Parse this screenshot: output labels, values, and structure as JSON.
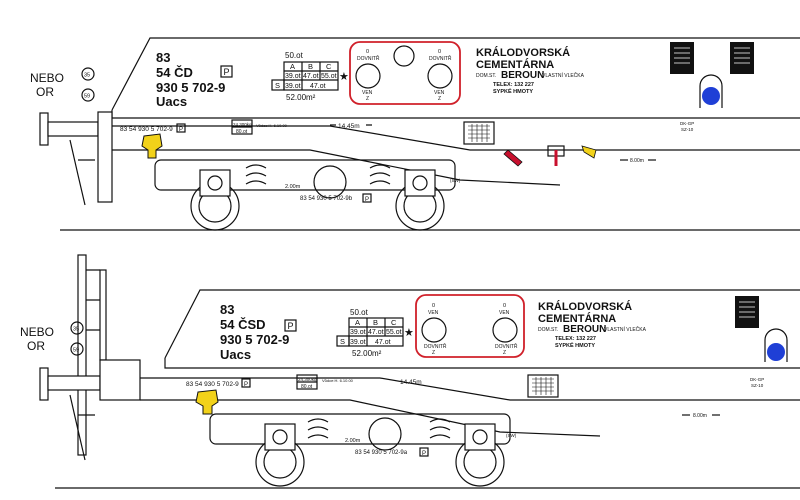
{
  "labels": {
    "nebo": "NEBO",
    "or": "OR",
    "speed_35": "35",
    "speed_59": "59"
  },
  "top": {
    "reg_line1": "83",
    "reg_line2": "54 ČD",
    "reg_line3": "930 5 702-9",
    "reg_line4": "Uacs",
    "p_mark": "P",
    "table": {
      "header": "50.ot",
      "cols": [
        "A",
        "B",
        "C"
      ],
      "row1": [
        "39.ot",
        "47.ot",
        "55.ot"
      ],
      "row2_label": "S",
      "row2": [
        "39.ot",
        "47.ot"
      ],
      "star": "★",
      "area": "52.00m²"
    },
    "valves": {
      "left_top": "0",
      "left_top2": "DOVNITŘ",
      "left_bottom": "VEN",
      "left_bottom2": "Z",
      "right_top": "0",
      "right_top2": "DOVNITŘ",
      "right_bottom": "VEN",
      "right_bottom2": "Z"
    },
    "company1": "KRÁLODVORSKÁ",
    "company2": "CEMENTÁRNA",
    "station_prefix": "DOM.ST.",
    "station": "BEROUN",
    "station_suffix": "VLASTNÍ VLEČKA",
    "telex": "TELEX:   132  227",
    "cargo": "SYPKÉ  HMOTY",
    "frame_number": "83 54 930 5 702-9",
    "frame_number_p": "P",
    "small_box1": "24,300kg",
    "small_box2": "80.ot",
    "revision": "Vůdce:H. 6.10.00",
    "length": "14.45m",
    "right_code1": "DK-GP",
    "right_code2": "SZ-10",
    "distance_right": "8.00m",
    "bogie_distance": "2.00m",
    "bogie_number": "83 54 930 5 702-9b",
    "bogie_p": "P",
    "sw": "(SW)"
  },
  "bottom": {
    "reg_line1": "83",
    "reg_line2": "54 ČSD",
    "reg_line3": "930 5 702-9",
    "reg_line4": "Uacs",
    "p_mark": "P",
    "table": {
      "header": "50.ot",
      "cols": [
        "A",
        "B",
        "C"
      ],
      "row1": [
        "39.ot",
        "47.ot",
        "55.ot"
      ],
      "row2_label": "S",
      "row2": [
        "39.ot",
        "47.ot"
      ],
      "star": "★",
      "area": "52.00m²"
    },
    "valves": {
      "left_top": "0",
      "left_top2": "VEN",
      "left_bottom": "DOVNITŘ",
      "left_bottom2": "Z",
      "right_top": "0",
      "right_top2": "VEN",
      "right_bottom": "DOVNITŘ",
      "right_bottom2": "Z"
    },
    "company1": "KRÁLODVORSKÁ",
    "company2": "CEMENTÁRNA",
    "station_prefix": "DOM.ST.",
    "station": "BEROUN",
    "station_suffix": "VLASTNÍ VLEČKA",
    "telex": "TELEX:   132  227",
    "cargo": "SYPKÉ  HMOTY",
    "frame_number": "83 54 930 5 702-9",
    "frame_number_p": "P",
    "small_box1": "24,300kg",
    "small_box2": "80.ot",
    "revision": "Vůdce:H. 6.10.00",
    "length": "14.45m",
    "right_code1": "DK-GP",
    "right_code2": "SZ-10",
    "distance_right": "8.00m",
    "bogie_distance": "2.00m",
    "bogie_number": "83 54 930 5 702-9a",
    "bogie_p": "P",
    "sw": "(SW)"
  },
  "colors": {
    "highlight": "#d0202a",
    "buffer": "#f2d21a",
    "signal": "#1f3fd6",
    "lever": "#c8102e"
  }
}
